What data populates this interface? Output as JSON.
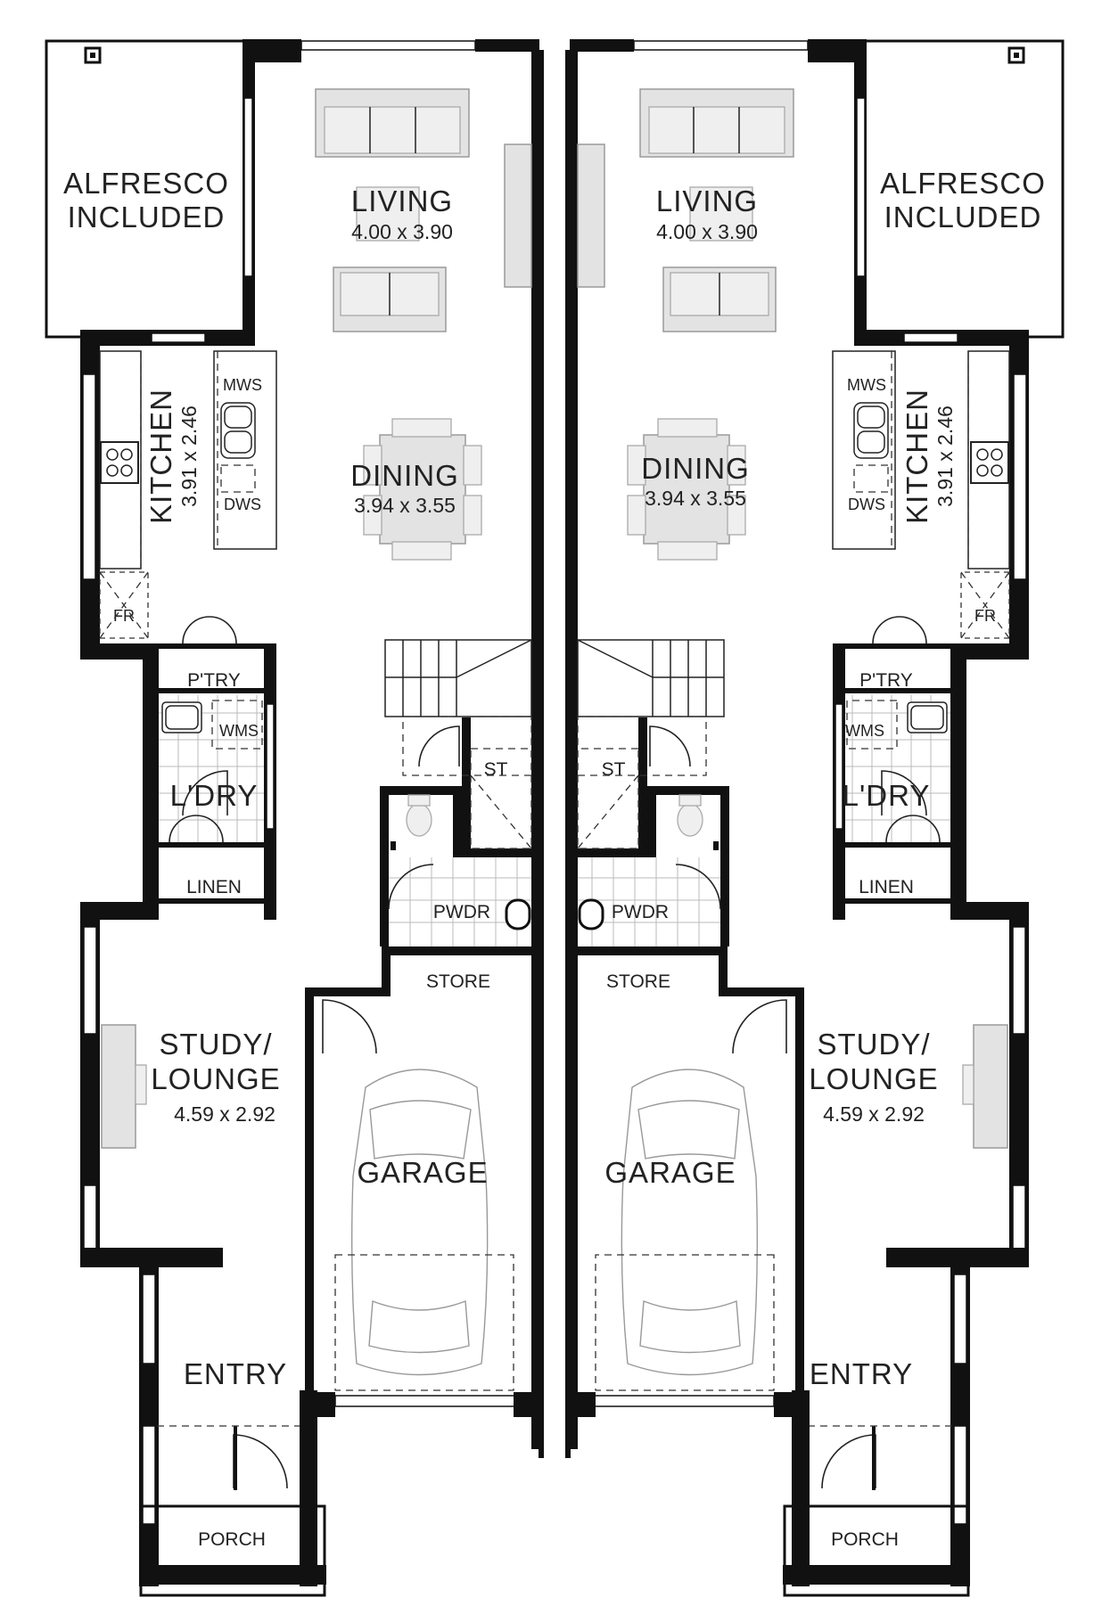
{
  "rooms": {
    "left": {
      "alfresco": [
        "ALFRESCO",
        "INCLUDED"
      ],
      "living": {
        "name": "LIVING",
        "dims": "4.00 x 3.90"
      },
      "dining": {
        "name": "DINING",
        "dims": "3.94 x 3.55"
      },
      "kitchen": {
        "name": "KITCHEN",
        "dims": "3.91 x 2.46"
      },
      "mws": "MWS",
      "dws": "DWS",
      "fr": "FR",
      "pantry": "P'TRY",
      "wms": "WMS",
      "laundry": "L'DRY",
      "linen": "LINEN",
      "st": "ST",
      "pwdr": "PWDR",
      "store": "STORE",
      "study": {
        "line1": "STUDY/",
        "line2": "LOUNGE",
        "dims": "4.59 x 2.92"
      },
      "garage": "GARAGE",
      "entry": "ENTRY",
      "porch": "PORCH"
    },
    "right": {
      "alfresco": [
        "ALFRESCO",
        "INCLUDED"
      ],
      "living": {
        "name": "LIVING",
        "dims": "4.00 x 3.90"
      },
      "dining": {
        "name": "DINING",
        "dims": "3.94 x 3.55"
      },
      "kitchen": {
        "name": "KITCHEN",
        "dims": "3.91 x 2.46"
      },
      "mws": "MWS",
      "dws": "DWS",
      "fr": "FR",
      "pantry": "P'TRY",
      "wms": "WMS",
      "laundry": "L'DRY",
      "linen": "LINEN",
      "st": "ST",
      "pwdr": "PWDR",
      "store": "STORE",
      "study": {
        "line1": "STUDY/",
        "line2": "LOUNGE",
        "dims": "4.59 x 2.92"
      },
      "garage": "GARAGE",
      "entry": "ENTRY",
      "porch": "PORCH"
    }
  },
  "colors": {
    "wall": "#111111",
    "furniture": "#e3e3e3",
    "background": "#ffffff"
  }
}
